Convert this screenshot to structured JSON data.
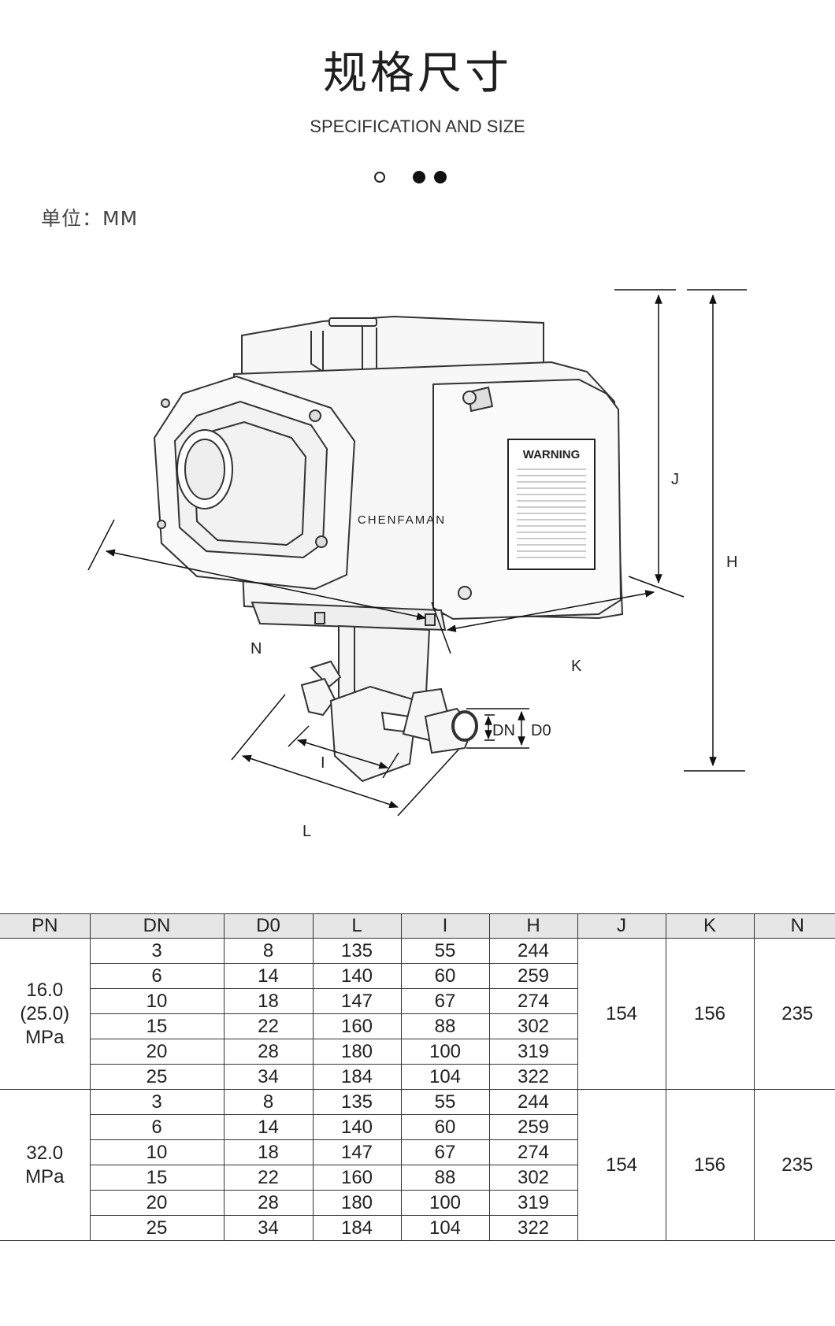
{
  "header": {
    "title": "规格尺寸",
    "subtitle": "SPECIFICATION AND SIZE",
    "unit": "单位：MM"
  },
  "drawing": {
    "warning_label": "WARNING",
    "watermark_brand": "CHENFAMAN",
    "dimension_labels": {
      "J": "J",
      "H": "H",
      "N": "N",
      "K": "K",
      "DN": "DN",
      "D0": "D0",
      "I": "I",
      "L": "L"
    }
  },
  "table": {
    "headers": [
      "PN",
      "DN",
      "D0",
      "L",
      "I",
      "H",
      "J",
      "K",
      "N"
    ],
    "groups": [
      {
        "pn_lines": [
          "16.0",
          "(25.0)",
          "MPa"
        ],
        "rows": [
          [
            "3",
            "8",
            "135",
            "55",
            "244"
          ],
          [
            "6",
            "14",
            "140",
            "60",
            "259"
          ],
          [
            "10",
            "18",
            "147",
            "67",
            "274"
          ],
          [
            "15",
            "22",
            "160",
            "88",
            "302"
          ],
          [
            "20",
            "28",
            "180",
            "100",
            "319"
          ],
          [
            "25",
            "34",
            "184",
            "104",
            "322"
          ]
        ],
        "J": "154",
        "K": "156",
        "N": "235"
      },
      {
        "pn_lines": [
          "32.0",
          "MPa"
        ],
        "rows": [
          [
            "3",
            "8",
            "135",
            "55",
            "244"
          ],
          [
            "6",
            "14",
            "140",
            "60",
            "259"
          ],
          [
            "10",
            "18",
            "147",
            "67",
            "274"
          ],
          [
            "15",
            "22",
            "160",
            "88",
            "302"
          ],
          [
            "20",
            "28",
            "180",
            "100",
            "319"
          ],
          [
            "25",
            "34",
            "184",
            "104",
            "322"
          ]
        ],
        "J": "154",
        "K": "156",
        "N": "235"
      }
    ]
  }
}
